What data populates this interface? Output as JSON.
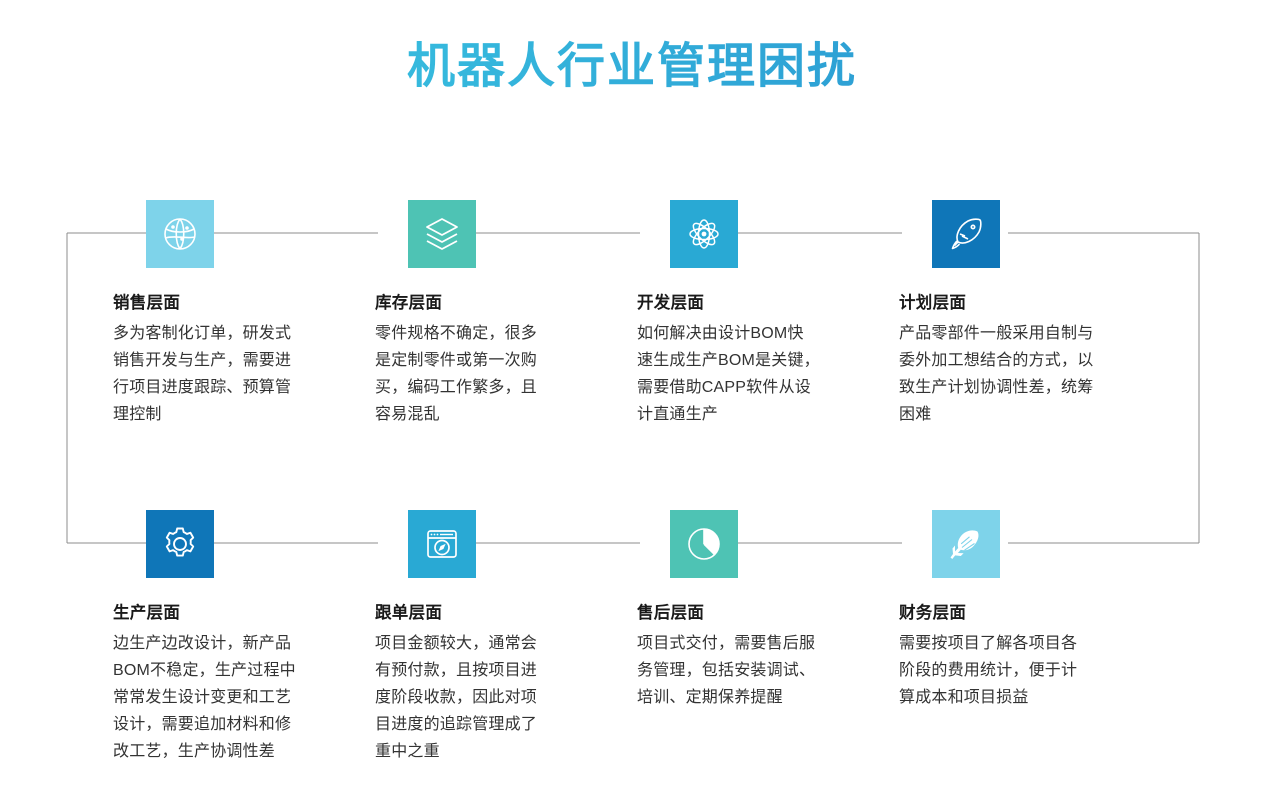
{
  "title": "机器人行业管理困扰",
  "theme": {
    "title_gradient_from": "#41c6e0",
    "title_gradient_to": "#1f86c9",
    "connector_line": "#8c8c8c",
    "heading_color": "#1a1a1a",
    "body_color": "#333333",
    "background": "#ffffff"
  },
  "items": [
    {
      "title": "销售层面",
      "desc": "多为客制化订单，研发式\n销售开发与生产，需要进\n行项目进度跟踪、预算管\n理控制",
      "icon": "globe-network-icon",
      "color": "#7ed3ea"
    },
    {
      "title": "库存层面",
      "desc": "零件规格不确定，很多\n是定制零件或第一次购\n买，编码工作繁多，且\n容易混乱",
      "icon": "layers-stack-icon",
      "color": "#4ec3b4"
    },
    {
      "title": "开发层面",
      "desc": "如何解决由设计BOM快\n速生成生产BOM是关键，\n需要借助CAPP软件从设\n计直通生产",
      "icon": "atom-icon",
      "color": "#29a9d4"
    },
    {
      "title": "计划层面",
      "desc": "产品零部件一般采用自制与\n委外加工想结合的方式，以\n致生产计划协调性差，统筹\n困难",
      "icon": "rocket-icon",
      "color": "#0f76b8"
    },
    {
      "title": "生产层面",
      "desc": "边生产边改设计，新产品\nBOM不稳定，生产过程中\n常常发生设计变更和工艺\n设计，需要追加材料和修\n改工艺，生产协调性差",
      "icon": "gear-icon",
      "color": "#0f76b8"
    },
    {
      "title": "跟单层面",
      "desc": "项目金额较大，通常会\n有预付款，且按项目进\n度阶段收款，因此对项\n目进度的追踪管理成了\n重中之重",
      "icon": "browser-compass-icon",
      "color": "#29a9d4"
    },
    {
      "title": "售后层面",
      "desc": "项目式交付，需要售后服\n务管理，包括安装调试、\n培训、定期保养提醒",
      "icon": "pie-chart-icon",
      "color": "#4ec3b4"
    },
    {
      "title": "财务层面",
      "desc": "需要按项目了解各项目各\n阶段的费用统计，便于计\n算成本和项目损益",
      "icon": "feather-icon",
      "color": "#7ed3ea"
    }
  ]
}
